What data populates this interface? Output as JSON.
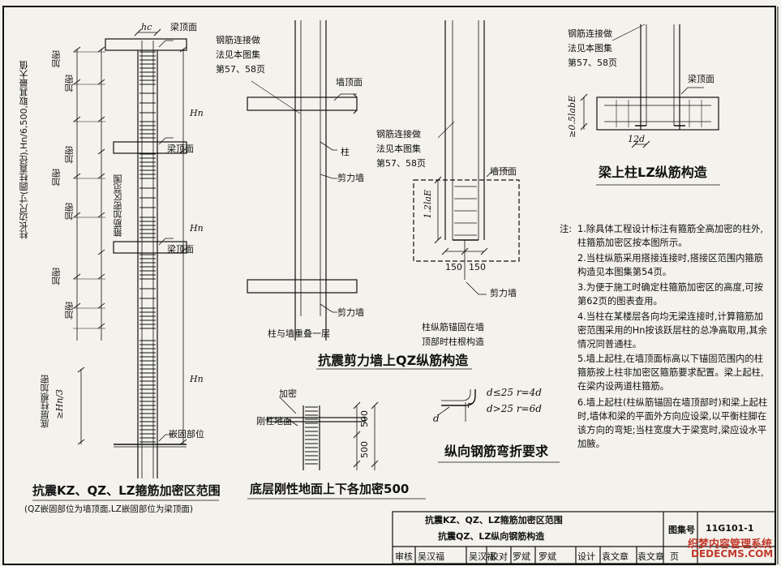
{
  "left_diagram": {
    "labels": {
      "hc": "hc",
      "beam_top_1": "梁顶面",
      "beam_top_2": "梁顶面",
      "beam_top_3": "梁顶面",
      "hn_1": "Hn",
      "hn_2": "Hn",
      "hn_3": "Hn",
      "dense_1": "加密",
      "dense_2": "加密",
      "dense_3": "加密",
      "dense_4": "加密",
      "dense_5": "加密",
      "dense_6": "加密",
      "dense_7": "加密",
      "side_note": "柱长边尺寸(圆柱直径),Hn/6,500,取其最大值",
      "zone_note": "箍筋加密区范围",
      "base_note": "底层柱根加密",
      "base_value": "≥Hn/3",
      "embed": "嵌固部位"
    },
    "caption": "抗震KZ、QZ、LZ箍筋加密区范围",
    "sub_caption": "(QZ嵌固部位为墙顶面,LZ嵌固部位为梁顶面)"
  },
  "floor_diagram": {
    "dense": "加密",
    "rigid_floor": "刚性地面",
    "dim_top": "500",
    "dim_bottom": "500",
    "caption": "底层刚性地面上下各加密500"
  },
  "wall_diagram_a": {
    "conn_note_1": "钢筋连接做",
    "conn_note_2": "法见本图集",
    "conn_note_3": "第57、58页",
    "wall_top": "墙顶面",
    "column": "柱",
    "shear_wall_1": "剪力墙",
    "shear_wall_2": "剪力墙",
    "caption": "柱与墙重叠一层"
  },
  "wall_diagram_b": {
    "conn_note_1": "钢筋连接做",
    "conn_note_2": "法见本图集",
    "conn_note_3": "第57、58页",
    "wall_top": "墙顶面",
    "anchor_len": "1.2laE",
    "dim_l": "150",
    "dim_r": "150",
    "shear_wall": "剪力墙",
    "caption_1": "柱纵筋锚固在墙",
    "caption_2": "顶部时柱根构造"
  },
  "wall_caption": "抗震剪力墙上QZ纵筋构造",
  "beam_diagram": {
    "conn_note_1": "钢筋连接做",
    "conn_note_2": "法见本图集",
    "conn_note_3": "第57、58页",
    "beam_top": "梁顶面",
    "anchor": "≥0.5labE",
    "hook": "12d",
    "caption": "梁上柱LZ纵筋构造"
  },
  "bend": {
    "line_1": "d≤25   r=4d",
    "line_2": "d>25   r=6d",
    "d": "d",
    "r": "r",
    "caption": "纵向钢筋弯折要求"
  },
  "notes": {
    "heading": "注:",
    "items": [
      "1.除具体工程设计标注有箍筋全高加密的柱外,柱箍筋加密区按本图所示。",
      "2.当柱纵筋采用搭接连接时,搭接区范围内箍筋构造见本图集第54页。",
      "3.为便于施工时确定柱箍筋加密区的高度,可按第62页的图表查用。",
      "4.当柱在某楼层各向均无梁连接时,计算箍筋加密范围采用的Hn按该跃层柱的总净高取用,其余情况同普通柱。",
      "5.墙上起柱,在墙顶面标高以下锚固范围内的柱箍筋按上柱非加密区箍筋要求配置。梁上起柱,在梁内设两道柱箍筋。",
      "6.墙上起柱(柱纵筋锚固在墙顶部时)和梁上起柱时,墙体和梁的平面外方向应设梁,以平衡柱脚在该方向的弯矩;当柱宽度大于梁宽时,梁应设水平加腋。"
    ]
  },
  "title_block": {
    "title_1": "抗震KZ、QZ、LZ箍筋加密区范围",
    "title_2": "抗震QZ、LZ纵向钢筋构造",
    "atlas_label": "图集号",
    "atlas_no": "11G101-1",
    "review": "审核",
    "reviewer": "吴汉福",
    "reviewer_sig": "吴汉福",
    "check": "校对",
    "checker": "罗斌",
    "checker_sig": "罗斌",
    "design": "设计",
    "designer": "袁文章",
    "designer_sig": "袁文章",
    "page": "页"
  },
  "watermark": {
    "line_1": "织梦内容管理系统",
    "line_2": "DEDECMS.COM"
  }
}
